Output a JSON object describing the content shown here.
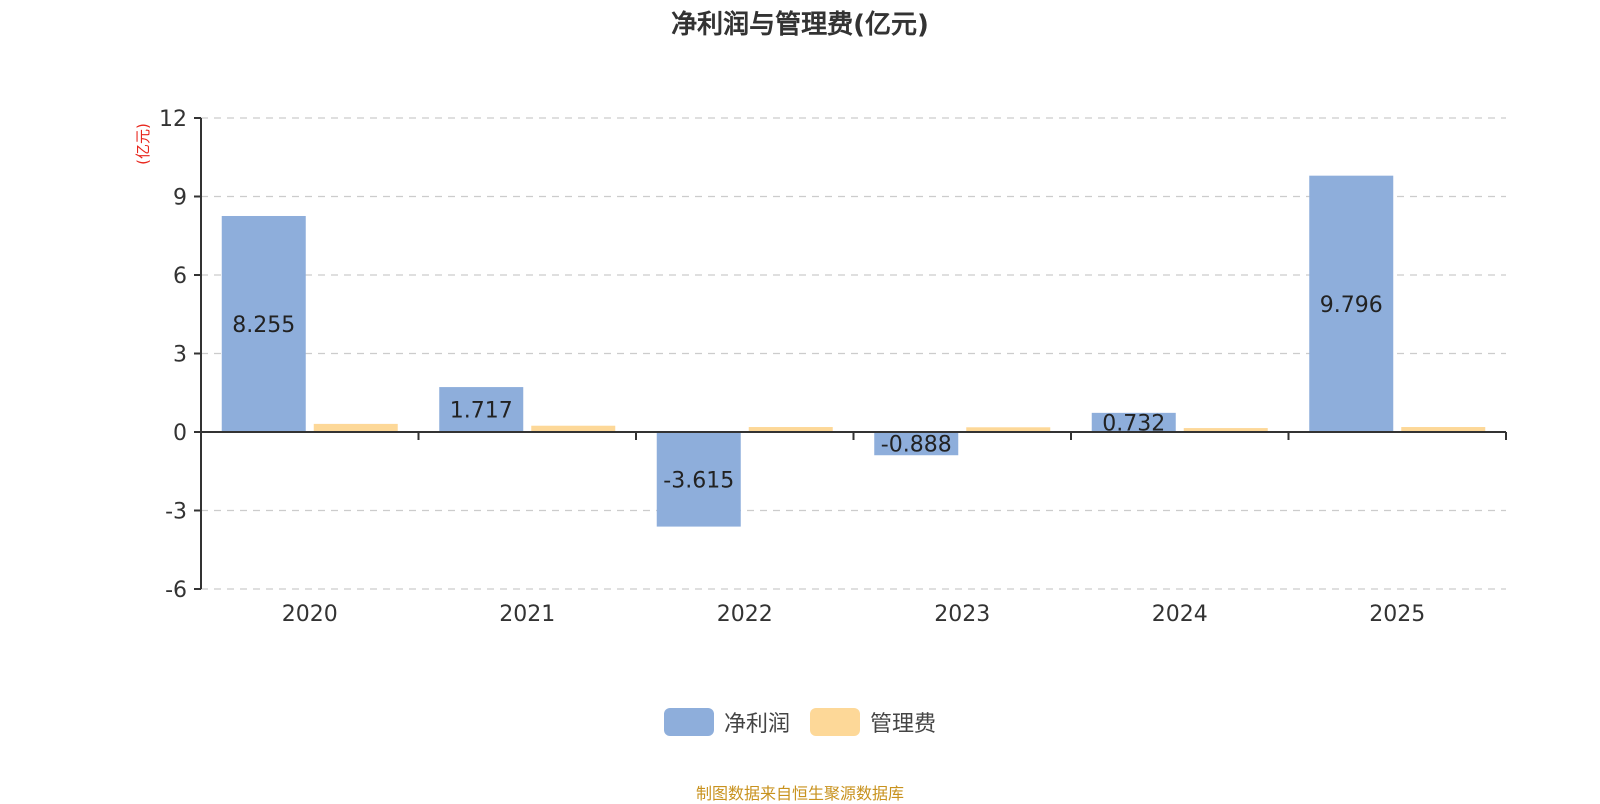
{
  "chart_data": {
    "type": "bar",
    "title": "净利润与管理费(亿元)",
    "ylabel": "(亿元)",
    "xlabel": "",
    "categories": [
      "2020",
      "2021",
      "2022",
      "2023",
      "2024",
      "2025"
    ],
    "series": [
      {
        "name": "净利润",
        "color": "#8eaedb",
        "values": [
          8.255,
          1.717,
          -3.615,
          -0.888,
          0.732,
          9.796
        ],
        "labels": [
          "8.255",
          "1.717",
          "-3.615",
          "-0.888",
          "0.732",
          "9.796"
        ]
      },
      {
        "name": "管理费",
        "color": "#fdd898",
        "values": [
          0.31,
          0.24,
          0.19,
          0.18,
          0.15,
          0.19
        ],
        "labels": []
      }
    ],
    "ylim": [
      -6,
      12
    ],
    "yticks": [
      -6,
      -3,
      0,
      3,
      6,
      9,
      12
    ],
    "grid": true,
    "legend_position": "bottom-center"
  },
  "footer": "制图数据来自恒生聚源数据库",
  "colors": {
    "ylabel": "#e8261c",
    "footer": "#c8921e",
    "axis": "#333333",
    "grid": "#cccccc"
  }
}
